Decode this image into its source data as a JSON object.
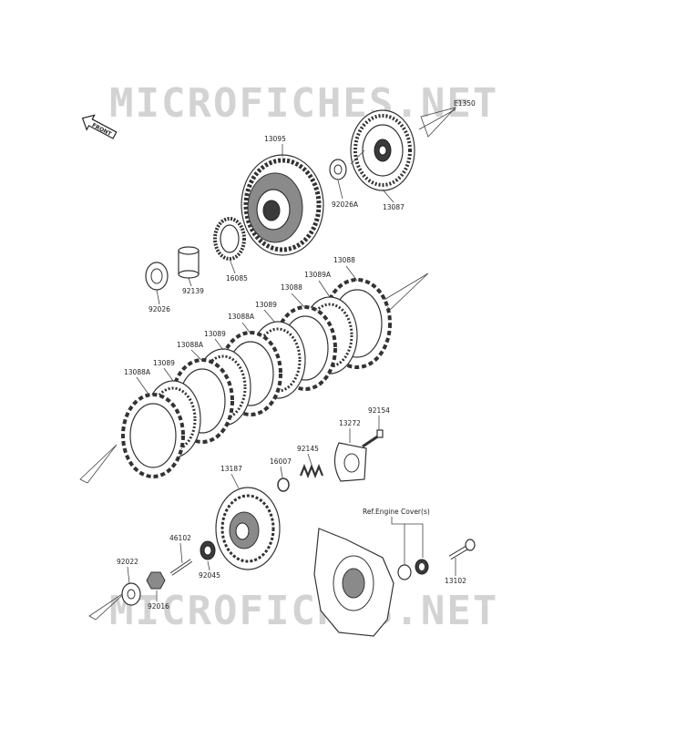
{
  "watermark": {
    "text": "MICROFICHES.NET"
  },
  "front_marker": {
    "text": "FRONT"
  },
  "ref_note": {
    "text": "Ref.Engine Cover(s)"
  },
  "labels": {
    "e1350": "E1350",
    "p13095": "13095",
    "p92026A": "92026A",
    "p13087": "13087",
    "p16085": "16085",
    "p92139": "92139",
    "p92026": "92026",
    "p13088_top": "13088",
    "p13089A": "13089A",
    "p13088_b": "13088",
    "p13089_a": "13089",
    "p13088A_a": "13088A",
    "p13089_b": "13089",
    "p13088A_b": "13088A",
    "p13089_c": "13089",
    "p13088A_c": "13088A",
    "p92154": "92154",
    "p13272": "13272",
    "p92145": "92145",
    "p16007": "16007",
    "p13187": "13187",
    "p46102": "46102",
    "p92022": "92022",
    "p92045": "92045",
    "p92016": "92016",
    "p13102": "13102"
  }
}
